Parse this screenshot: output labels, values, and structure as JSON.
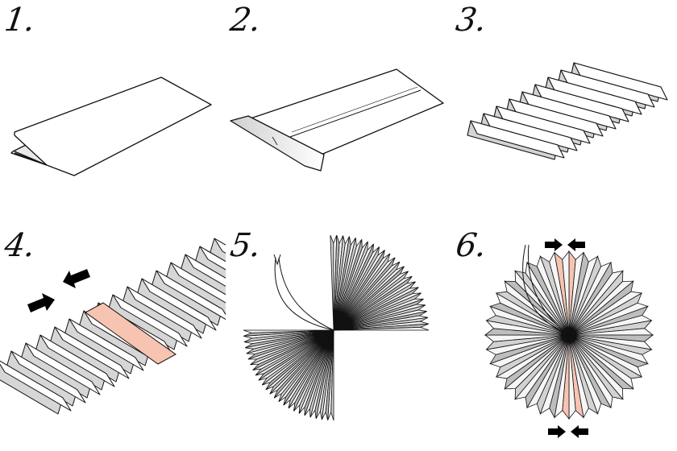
{
  "steps": [
    {
      "number": "1."
    },
    {
      "number": "2."
    },
    {
      "number": "3."
    },
    {
      "number": "4."
    },
    {
      "number": "5."
    },
    {
      "number": "6."
    }
  ],
  "colors": {
    "stroke": "#111111",
    "paper": "#ffffff",
    "shade": "#c8c8c8",
    "highlight": "#f7c4b2",
    "arrow": "#000000"
  }
}
